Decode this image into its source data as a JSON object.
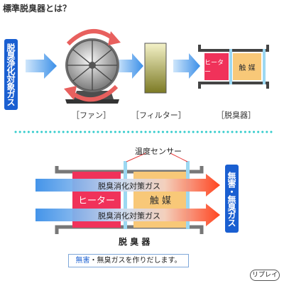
{
  "title": "標準脱臭器とは？",
  "target_gas_label": "脱臭浄化対象ガス",
  "captions": {
    "fan": "［ファン］",
    "filter": "［フィルター］",
    "deodorizer": "［脱臭器］"
  },
  "small_unit": {
    "heater": "ヒーター",
    "catalyst": "触 媒"
  },
  "detail": {
    "sensor_label": "温度センサー",
    "band_label_top": "脱臭消化対策ガス",
    "band_label_bottom": "脱臭消化対策ガス",
    "heater": "ヒーター",
    "catalyst": "触 媒",
    "unit_label": "脱 臭 器",
    "output_label": "無害・無臭ガス"
  },
  "result": {
    "highlight": "無害",
    "text": "・無臭ガスを作りだします。"
  },
  "replay_label": "リプレイ",
  "colors": {
    "blue_label": "#1a5fd1",
    "heater": "#f0325a",
    "catalyst": "#f8c878",
    "arrow_start": "#3b8fe8",
    "arrow_end": "#ff3b14",
    "dotted_divider": "#33cccc",
    "fan_rotation_arrow": "#e8605e"
  }
}
